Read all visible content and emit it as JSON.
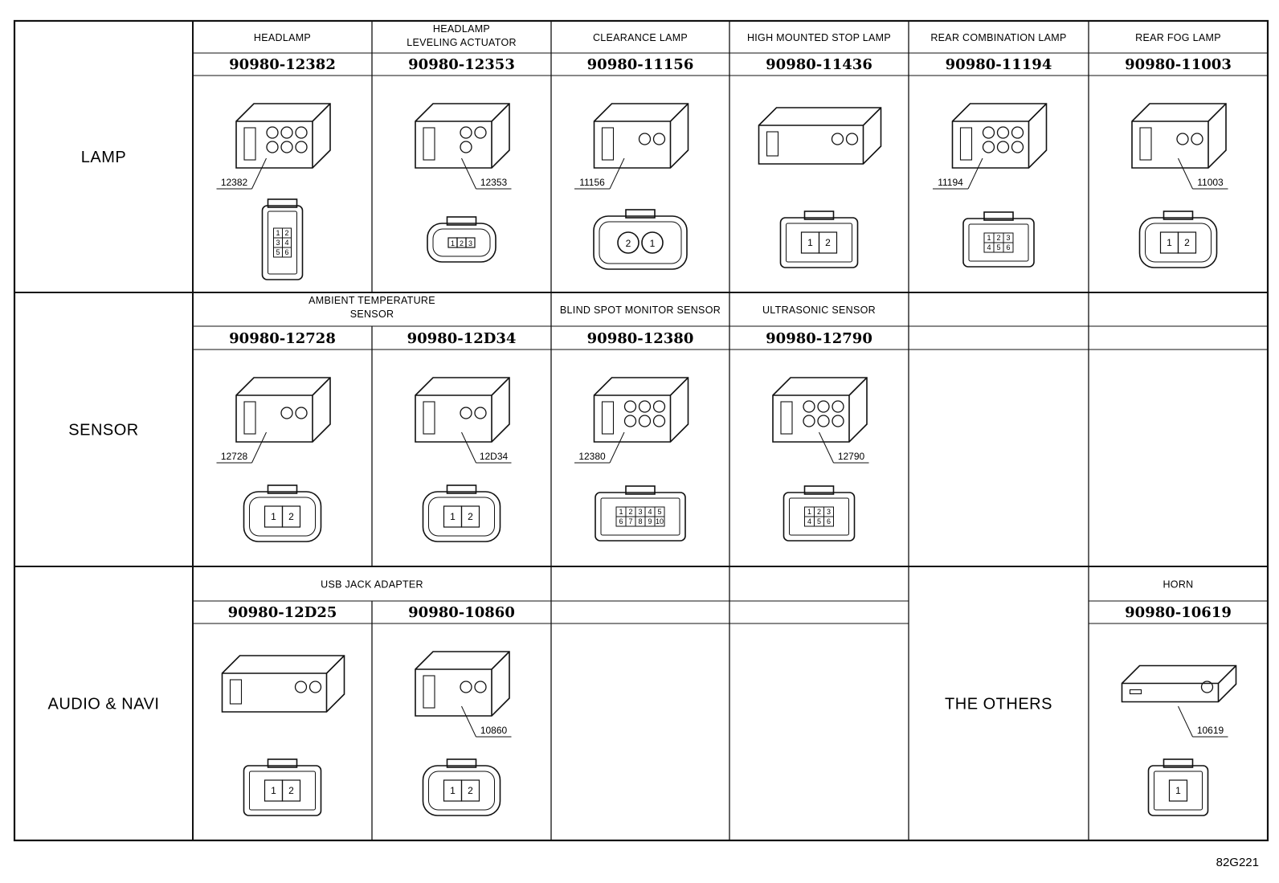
{
  "page": {
    "footer_code": "82G221"
  },
  "colors": {
    "line": "#111111",
    "background": "#ffffff"
  },
  "categories": [
    {
      "key": "lamp",
      "label": "LAMP"
    },
    {
      "key": "sensor",
      "label": "SENSOR"
    },
    {
      "key": "audio",
      "label": "AUDIO & NAVI"
    }
  ],
  "rows": [
    {
      "category": "LAMP",
      "cells": [
        {
          "header": [
            "HEADLAMP"
          ],
          "part": "90980-12382",
          "label": "12382",
          "shape": "tall",
          "face": {
            "type": "grid",
            "cols": 2,
            "pins": [
              "1",
              "2",
              "3",
              "4",
              "5",
              "6"
            ]
          }
        },
        {
          "header": [
            "HEADLAMP",
            "LEVELING ACTUATOR"
          ],
          "part": "90980-12353",
          "label": "12353",
          "shape": "wide",
          "face": {
            "type": "row",
            "pins": [
              "1",
              "2",
              "3"
            ]
          }
        },
        {
          "header": [
            "CLEARANCE LAMP"
          ],
          "part": "90980-11156",
          "label": "11156",
          "shape": "round",
          "face": {
            "type": "circles",
            "pins": [
              "2",
              "1"
            ]
          }
        },
        {
          "header": [
            "HIGH MOUNTED STOP LAMP"
          ],
          "part": "90980-11436",
          "label": "",
          "shape": "long",
          "face": {
            "type": "row",
            "pins": [
              "1",
              "2"
            ]
          }
        },
        {
          "header": [
            "REAR COMBINATION LAMP"
          ],
          "part": "90980-11194",
          "label": "11194",
          "shape": "hex",
          "face": {
            "type": "grid",
            "cols": 3,
            "pins": [
              "1",
              "2",
              "3",
              "4",
              "5",
              "6"
            ]
          }
        },
        {
          "header": [
            "REAR FOG LAMP"
          ],
          "part": "90980-11003",
          "label": "11003",
          "shape": "round",
          "face": {
            "type": "row",
            "pins": [
              "1",
              "2"
            ]
          }
        }
      ]
    },
    {
      "category": "SENSOR",
      "cells": [
        {
          "header": [
            "AMBIENT TEMPERATURE",
            "SENSOR"
          ],
          "header_span": 2,
          "part": "90980-12728",
          "label": "12728",
          "shape": "wide",
          "face": {
            "type": "row",
            "pins": [
              "1",
              "2"
            ]
          }
        },
        {
          "header": [],
          "part": "90980-12D34",
          "label": "12D34",
          "shape": "round",
          "face": {
            "type": "row",
            "pins": [
              "1",
              "2"
            ]
          }
        },
        {
          "header": [
            "BLIND SPOT MONITOR SENSOR"
          ],
          "part": "90980-12380",
          "label": "12380",
          "shape": "hex",
          "face": {
            "type": "grid",
            "cols": 5,
            "pins": [
              "1",
              "2",
              "3",
              "4",
              "5",
              "6",
              "7",
              "8",
              "9",
              "10"
            ]
          }
        },
        {
          "header": [
            "ULTRASONIC SENSOR"
          ],
          "part": "90980-12790",
          "label": "12790",
          "shape": "hex",
          "face": {
            "type": "grid",
            "cols": 3,
            "pins": [
              "1",
              "2",
              "3",
              "4",
              "5",
              "6"
            ]
          }
        },
        {
          "header": [],
          "part": "",
          "label": "",
          "shape": "",
          "face": null
        },
        {
          "header": [],
          "part": "",
          "label": "",
          "shape": "",
          "face": null
        }
      ]
    },
    {
      "category": "AUDIO & NAVI",
      "cells": [
        {
          "header": [
            "USB JACK ADAPTER"
          ],
          "header_span": 2,
          "part": "90980-12D25",
          "label": "",
          "shape": "long",
          "face": {
            "type": "row",
            "pins": [
              "1",
              "2"
            ]
          }
        },
        {
          "header": [],
          "part": "90980-10860",
          "label": "10860",
          "shape": "wide",
          "face": {
            "type": "row",
            "pins": [
              "1",
              "2"
            ]
          }
        },
        {
          "header": [],
          "part": "",
          "label": "",
          "shape": "",
          "face": null
        },
        {
          "header": [],
          "part": "",
          "label": "",
          "shape": "",
          "face": null
        },
        {
          "others": "THE OTHERS"
        },
        {
          "header": [
            "HORN"
          ],
          "part": "90980-10619",
          "label": "10619",
          "shape": "flat",
          "face": {
            "type": "row",
            "pins": [
              "1"
            ]
          }
        }
      ]
    }
  ]
}
